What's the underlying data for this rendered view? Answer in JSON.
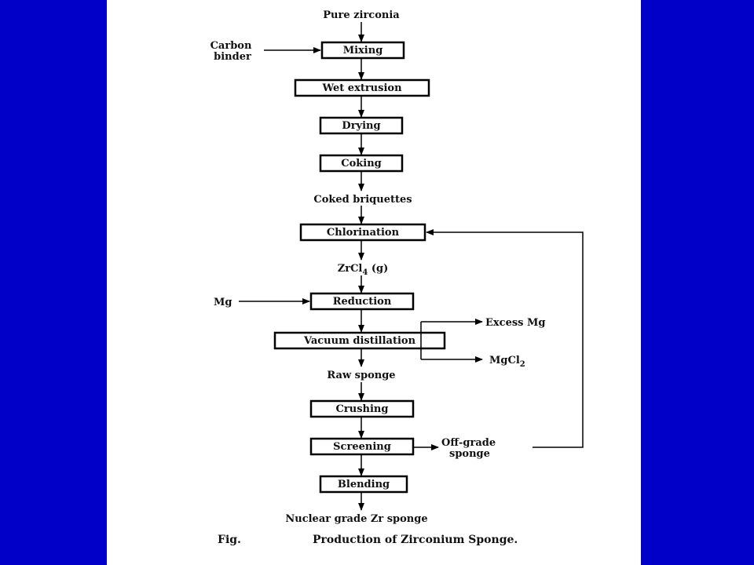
{
  "diagram": {
    "inputs": {
      "top": "Pure zirconia",
      "carbon_line1": "Carbon",
      "carbon_line2": "binder",
      "mg": "Mg"
    },
    "steps": {
      "mixing": "Mixing",
      "wet_extrusion": "Wet extrusion",
      "drying": "Drying",
      "coking": "Coking",
      "chlorination": "Chlorination",
      "reduction": "Reduction",
      "vacuum_distillation": "Vacuum distillation",
      "crushing": "Crushing",
      "screening": "Screening",
      "blending": "Blending"
    },
    "intermediates": {
      "coked_briquettes": "Coked briquettes",
      "zrcl4_main": "ZrCl",
      "zrcl4_sub": "4",
      "zrcl4_suffix": " (g)",
      "raw_sponge": "Raw sponge"
    },
    "outputs": {
      "excess_mg": "Excess Mg",
      "mgcl2_main": "MgCl",
      "mgcl2_sub": "2",
      "offgrade_line1": "Off-grade",
      "offgrade_line2": "sponge",
      "final": "Nuclear grade Zr sponge"
    },
    "caption": {
      "label": "Fig.",
      "title": "Production of Zirconium Sponge."
    }
  }
}
